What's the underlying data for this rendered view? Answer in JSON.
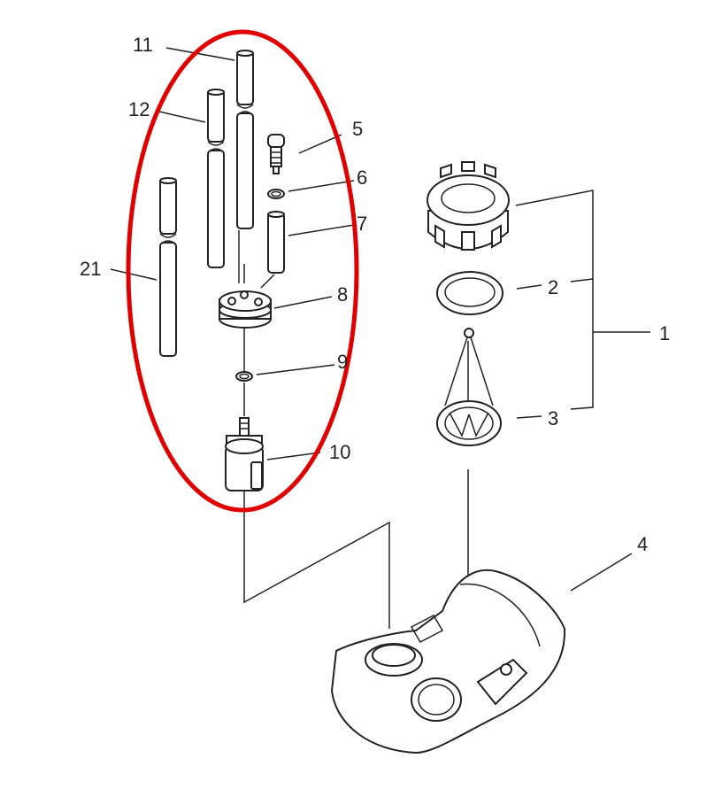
{
  "colors": {
    "line": "#222222",
    "highlight": "#e00000",
    "background": "#ffffff"
  },
  "labels": {
    "p1": "1",
    "p2": "2",
    "p3": "3",
    "p4": "4",
    "p5": "5",
    "p6": "6",
    "p7": "7",
    "p8": "8",
    "p9": "9",
    "p10": "10",
    "p11": "11",
    "p12": "12",
    "p21": "21"
  }
}
